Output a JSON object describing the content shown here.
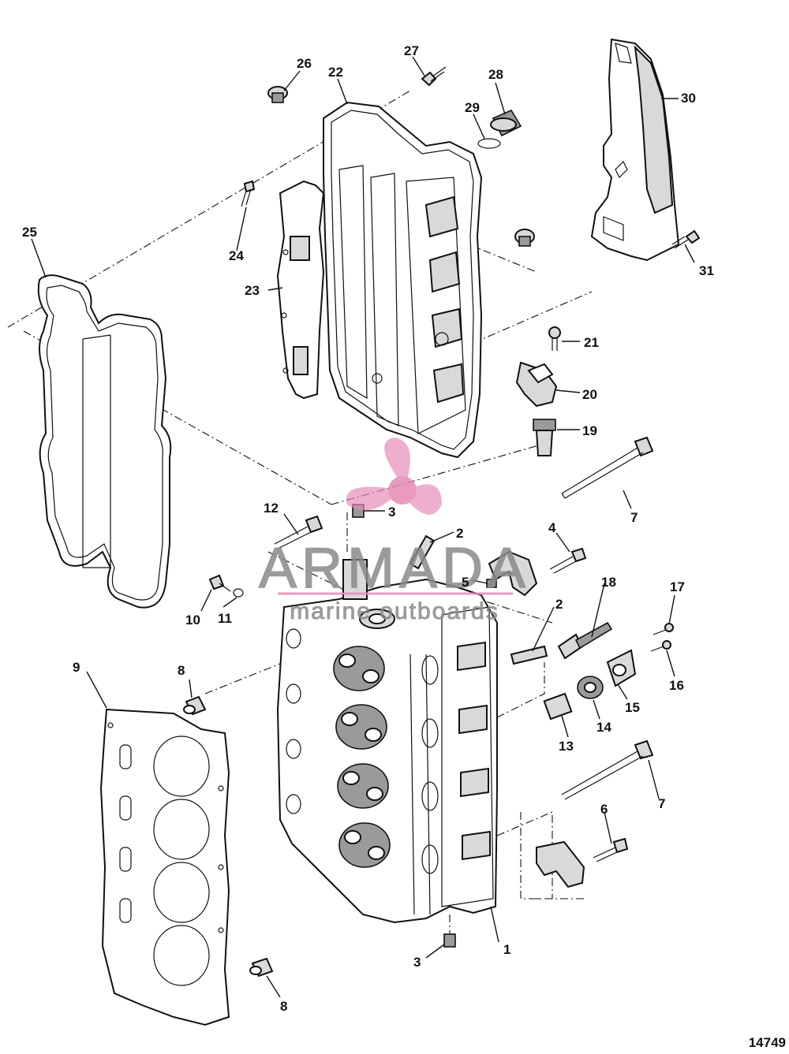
{
  "diagram": {
    "figure_number": "14749",
    "watermark": {
      "brand": "ARMADA",
      "tagline": "marine outboards",
      "accent_color": "#e58ab5",
      "text_color": "#8a8a8a"
    },
    "callouts": {
      "c1": "1",
      "c2a": "2",
      "c2b": "2",
      "c3a": "3",
      "c3b": "3",
      "c4": "4",
      "c5": "5",
      "c6": "6",
      "c7a": "7",
      "c7b": "7",
      "c8a": "8",
      "c8b": "8",
      "c9": "9",
      "c10": "10",
      "c11": "11",
      "c12": "12",
      "c13": "13",
      "c14": "14",
      "c15": "15",
      "c16": "16",
      "c17": "17",
      "c18": "18",
      "c19": "19",
      "c20": "20",
      "c21": "21",
      "c22": "22",
      "c23": "23",
      "c24": "24",
      "c25": "25",
      "c26": "26",
      "c27": "27",
      "c28": "28",
      "c29": "29",
      "c30": "30",
      "c31": "31"
    }
  }
}
